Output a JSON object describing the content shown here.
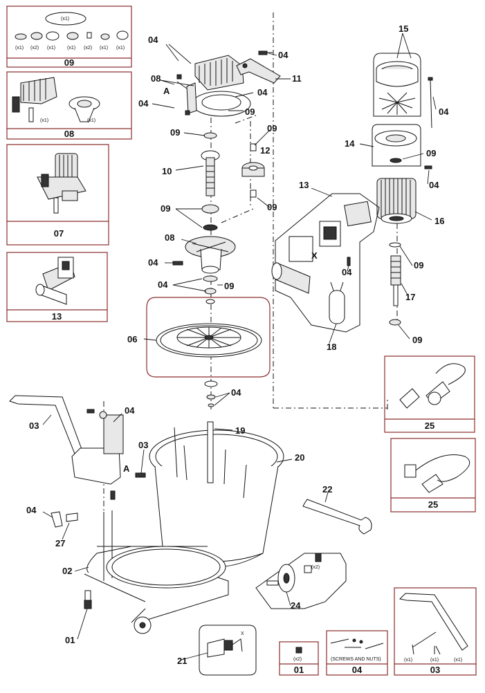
{
  "callouts": {
    "c01": "01",
    "c02": "02",
    "c03a": "03",
    "c03b": "03",
    "c04": "04",
    "c06": "06",
    "c08": "08",
    "c09": "09",
    "c10": "10",
    "c11": "11",
    "c12": "12",
    "c13": "13",
    "c14": "14",
    "c15": "15",
    "c16": "16",
    "c17": "17",
    "c18": "18",
    "c19": "19",
    "c20": "20",
    "c21": "21",
    "c22": "22",
    "c24": "24",
    "c27": "27",
    "A": "A",
    "X": "X"
  },
  "kit_panels": {
    "k09": {
      "title": "09",
      "top_qty": "(x1)",
      "qtys": [
        "(x1)",
        "(x2)",
        "(x1)",
        "(x1)",
        "(x2)",
        "(x1)",
        "(x1)"
      ]
    },
    "k08": {
      "title": "08",
      "qtys": [
        "(x1)",
        "(x1)"
      ]
    },
    "k07": {
      "title": "07"
    },
    "k13": {
      "title": "13"
    },
    "k25a": {
      "title": "25"
    },
    "k25b": {
      "title": "25"
    },
    "k01": {
      "title": "01",
      "qty": "(x2)"
    },
    "k04": {
      "title": "04",
      "caption": "(SCREWS AND NUTS)"
    },
    "k03": {
      "title": "03",
      "qtys": [
        "(x1)",
        "(x1)",
        "(x1)"
      ]
    }
  },
  "misc": {
    "x2_label": "(x2)"
  }
}
